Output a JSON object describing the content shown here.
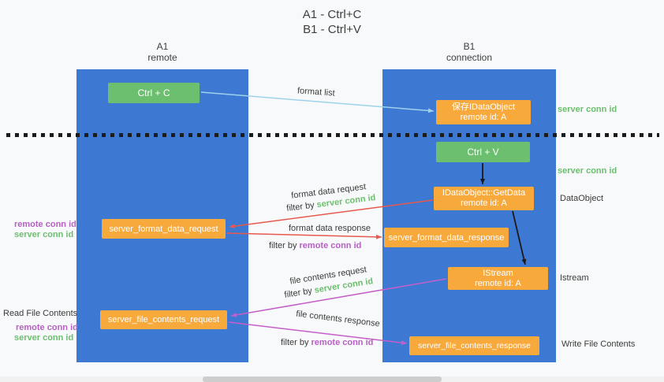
{
  "title": {
    "line1": "A1 - Ctrl+C",
    "line2": "B1 - Ctrl+V"
  },
  "lanes": {
    "left": {
      "name": "A1",
      "subtitle": "remote"
    },
    "right": {
      "name": "B1",
      "subtitle": "connection"
    }
  },
  "boxes": {
    "ctrl_c": {
      "label": "Ctrl + C"
    },
    "ctrl_v": {
      "label": "Ctrl + V"
    },
    "save_dataobject": {
      "line1": "保存IDataObject",
      "line2": "remote id: A"
    },
    "getdata": {
      "line1": "IDataObject::GetData",
      "line2": "remote id: A"
    },
    "istream": {
      "line1": "IStream",
      "line2": "remote id: A"
    },
    "format_request": {
      "label": "server_format_data_request"
    },
    "format_response": {
      "label": "server_format_data_response"
    },
    "file_request": {
      "label": "server_file_contents_request"
    },
    "file_response": {
      "label": "server_file_contents_response"
    }
  },
  "arrows": {
    "format_list": {
      "label": "format list"
    },
    "format_data_request": {
      "label": "format data request",
      "filter_prefix": "filter by ",
      "filter_id": "server conn id"
    },
    "format_data_response": {
      "label": "format data response",
      "filter_prefix": "filter by ",
      "filter_id": "remote conn id"
    },
    "file_contents_request": {
      "label": "file contents request",
      "filter_prefix": "filter by ",
      "filter_id": "server conn id"
    },
    "file_contents_response": {
      "label": "file contents response",
      "filter_prefix": "filter by ",
      "filter_id": "remote conn id"
    }
  },
  "side_labels": {
    "server_conn_id_top": "server conn id",
    "server_conn_id_mid": "server conn id",
    "dataobject": "DataObject",
    "istream": "Istream",
    "write_file_contents": "Write File Contents",
    "read_file_contents": "Read File Contents",
    "left_pair_top": {
      "remote": "remote conn id",
      "server": "server conn id"
    },
    "left_pair_bottom": {
      "remote": "remote conn id",
      "server": "server conn id"
    }
  },
  "colors": {
    "lane_blue": "#3d79d3",
    "box_green": "#6cbf6e",
    "box_orange": "#f8a93c",
    "accent_green": "#6cbf6e",
    "accent_purple": "#b75fc4",
    "arrow_red": "#e8584e",
    "arrow_light_blue": "#9ed2eb",
    "arrow_purple": "#c45ec9",
    "arrow_black": "#1a1a1a"
  }
}
